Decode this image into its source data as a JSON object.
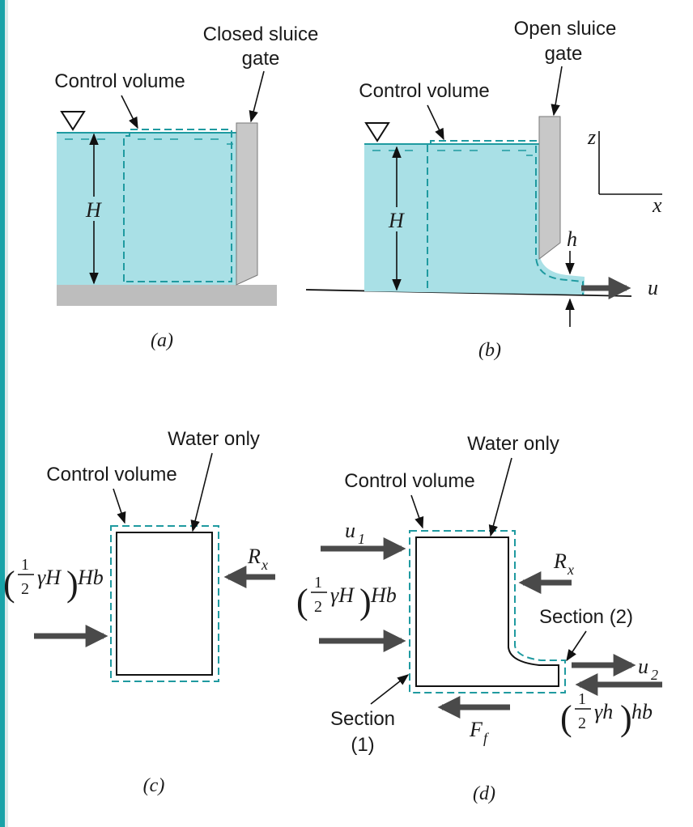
{
  "panels": {
    "a": {
      "caption": "(a)",
      "gate_label_line1": "Closed sluice",
      "gate_label_line2": "gate",
      "cv_label": "Control volume",
      "depth_symbol": "H"
    },
    "b": {
      "caption": "(b)",
      "gate_label_line1": "Open sluice",
      "gate_label_line2": "gate",
      "cv_label": "Control volume",
      "depth_symbol": "H",
      "outlet_depth_symbol": "h",
      "velocity_symbol": "u",
      "axis_z": "z",
      "axis_x": "x"
    },
    "c": {
      "caption": "(c)",
      "water_label": "Water only",
      "cv_label": "Control volume",
      "force_left": {
        "frac_num": "1",
        "frac_den": "2",
        "body": "γH",
        "tail": "Hb"
      },
      "force_right_symbol": "R",
      "force_right_sub": "x"
    },
    "d": {
      "caption": "(d)",
      "water_label": "Water only",
      "cv_label": "Control volume",
      "inlet_velocity": "u",
      "inlet_velocity_sub": "1",
      "force_left": {
        "frac_num": "1",
        "frac_den": "2",
        "body": "γH",
        "tail": "Hb"
      },
      "force_right_symbol": "R",
      "force_right_sub": "x",
      "section2_label": "Section (2)",
      "outlet_velocity": "u",
      "outlet_velocity_sub": "2",
      "force_outlet": {
        "frac_num": "1",
        "frac_den": "2",
        "body": "γh",
        "tail": "hb"
      },
      "section1_line1": "Section",
      "section1_line2": "(1)",
      "friction_symbol": "F",
      "friction_sub": "f"
    }
  },
  "colors": {
    "water": "#a9e0e6",
    "water_line": "#1f9aa0",
    "gate": "#c8c8c8",
    "ground": "#bdbdbd",
    "force_arrow": "#4a4a4a",
    "page_edge": "#18a3a8"
  }
}
